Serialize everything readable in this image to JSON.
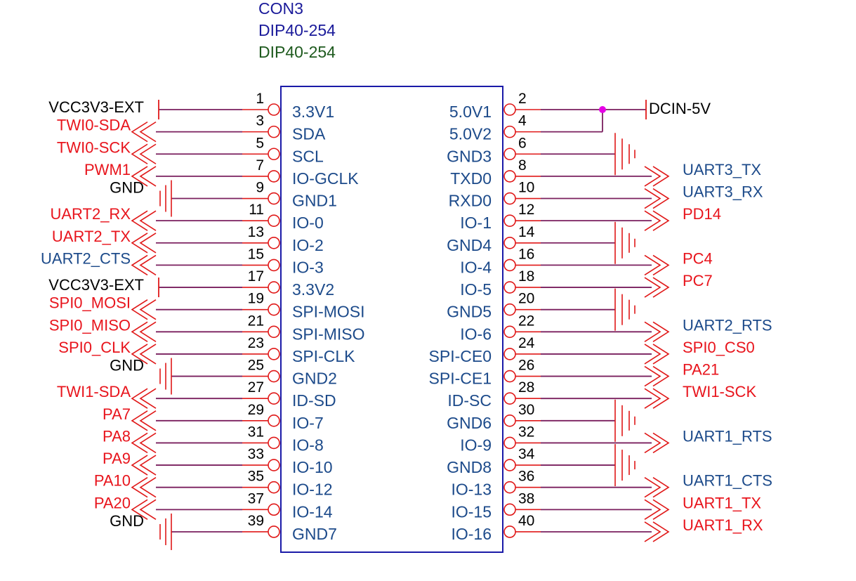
{
  "component": {
    "ref": "CON3",
    "value": "DIP40-254",
    "footprint": "DIP40-254"
  },
  "left_pins": [
    {
      "num": "1",
      "name": "3.3V1",
      "net": "VCC3V3-EXT",
      "kind": "power"
    },
    {
      "num": "3",
      "name": "SDA",
      "net": "TWI0-SDA",
      "kind": "port"
    },
    {
      "num": "5",
      "name": "SCL",
      "net": "TWI0-SCK",
      "kind": "port"
    },
    {
      "num": "7",
      "name": "IO-GCLK",
      "net": "PWM1",
      "kind": "port"
    },
    {
      "num": "9",
      "name": "GND1",
      "net": "GND",
      "kind": "gnd"
    },
    {
      "num": "11",
      "name": "IO-0",
      "net": "UART2_RX",
      "kind": "port"
    },
    {
      "num": "13",
      "name": "IO-2",
      "net": "UART2_TX",
      "kind": "port"
    },
    {
      "num": "15",
      "name": "IO-3",
      "net": "UART2_CTS",
      "kind": "port",
      "color": "blue"
    },
    {
      "num": "17",
      "name": "3.3V2",
      "net": "VCC3V3-EXT",
      "kind": "power"
    },
    {
      "num": "19",
      "name": "SPI-MOSI",
      "net": "SPI0_MOSI",
      "kind": "port"
    },
    {
      "num": "21",
      "name": "SPI-MISO",
      "net": "SPI0_MISO",
      "kind": "port"
    },
    {
      "num": "23",
      "name": "SPI-CLK",
      "net": "SPI0_CLK",
      "kind": "port"
    },
    {
      "num": "25",
      "name": "GND2",
      "net": "GND",
      "kind": "gnd"
    },
    {
      "num": "27",
      "name": "ID-SD",
      "net": "TWI1-SDA",
      "kind": "port"
    },
    {
      "num": "29",
      "name": "IO-7",
      "net": "PA7",
      "kind": "port"
    },
    {
      "num": "31",
      "name": "IO-8",
      "net": "PA8",
      "kind": "port"
    },
    {
      "num": "33",
      "name": "IO-10",
      "net": "PA9",
      "kind": "port"
    },
    {
      "num": "35",
      "name": "IO-12",
      "net": "PA10",
      "kind": "port"
    },
    {
      "num": "37",
      "name": "IO-14",
      "net": "PA20",
      "kind": "port"
    },
    {
      "num": "39",
      "name": "GND7",
      "net": "GND",
      "kind": "gnd"
    }
  ],
  "right_pins": [
    {
      "num": "2",
      "name": "5.0V1",
      "net": "DCIN-5V",
      "kind": "power"
    },
    {
      "num": "4",
      "name": "5.0V2",
      "net": "",
      "kind": "tie"
    },
    {
      "num": "6",
      "name": "GND3",
      "net": "GND",
      "kind": "gnd"
    },
    {
      "num": "8",
      "name": "TXD0",
      "net": "UART3_TX",
      "kind": "port",
      "color": "blue"
    },
    {
      "num": "10",
      "name": "RXD0",
      "net": "UART3_RX",
      "kind": "port",
      "color": "blue"
    },
    {
      "num": "12",
      "name": "IO-1",
      "net": "PD14",
      "kind": "port"
    },
    {
      "num": "14",
      "name": "GND4",
      "net": "GND",
      "kind": "gnd"
    },
    {
      "num": "16",
      "name": "IO-4",
      "net": "PC4",
      "kind": "port"
    },
    {
      "num": "18",
      "name": "IO-5",
      "net": "PC7",
      "kind": "port"
    },
    {
      "num": "20",
      "name": "GND5",
      "net": "GND",
      "kind": "gnd"
    },
    {
      "num": "22",
      "name": "IO-6",
      "net": "UART2_RTS",
      "kind": "port",
      "color": "blue"
    },
    {
      "num": "24",
      "name": "SPI-CE0",
      "net": "SPI0_CS0",
      "kind": "port"
    },
    {
      "num": "26",
      "name": "SPI-CE1",
      "net": "PA21",
      "kind": "port"
    },
    {
      "num": "28",
      "name": "ID-SC",
      "net": "TWI1-SCK",
      "kind": "port"
    },
    {
      "num": "30",
      "name": "GND6",
      "net": "GND",
      "kind": "gnd"
    },
    {
      "num": "32",
      "name": "IO-9",
      "net": "UART1_RTS",
      "kind": "port",
      "color": "blue"
    },
    {
      "num": "34",
      "name": "GND8",
      "net": "GND",
      "kind": "gnd"
    },
    {
      "num": "36",
      "name": "IO-13",
      "net": "UART1_CTS",
      "kind": "port",
      "color": "blue"
    },
    {
      "num": "38",
      "name": "IO-15",
      "net": "UART1_TX",
      "kind": "port"
    },
    {
      "num": "40",
      "name": "IO-16",
      "net": "UART1_RX",
      "kind": "port"
    }
  ],
  "colors": {
    "net_red": "#e8141c",
    "net_blue": "#1c4a8a",
    "net_black": "#000000",
    "wire": "#7a1f5e",
    "pin": "#e01818",
    "body": "#1a1aa8",
    "pin_name": "#1c4a8a",
    "ref": "#1a1a9a",
    "footprint": "#1e5a1e",
    "junction": "#e600e6"
  }
}
